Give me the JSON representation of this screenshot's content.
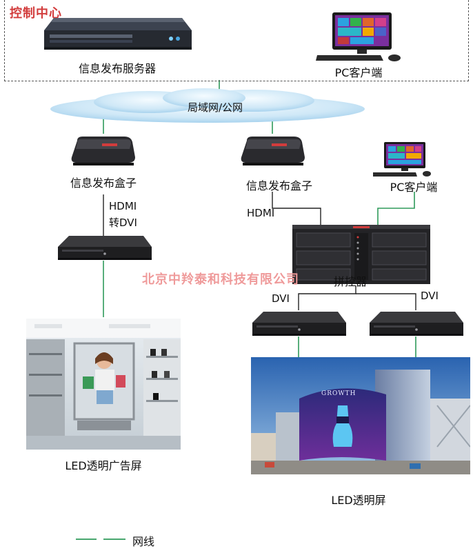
{
  "control_center": {
    "title": "控制中心",
    "server_label": "信息发布服务器",
    "pc_label": "PC客户端"
  },
  "network": {
    "cloud_label": "局域网/公网"
  },
  "left_branch": {
    "box_label": "信息发布盒子",
    "conversion_label_line1": "HDMI",
    "conversion_label_line2": "转DVI",
    "display_label": "LED透明广告屏"
  },
  "right_branch": {
    "box_label": "信息发布盒子",
    "pc_label": "PC客户端",
    "hdmi_label": "HDMI",
    "splicer_label": "拼控器",
    "dvi_left_label": "DVI",
    "dvi_right_label": "DVI",
    "display_label": "LED透明屏",
    "building_sign": "GROWTH"
  },
  "watermark": "北京中羚泰和科技有限公司",
  "legend": {
    "wire_label": "网线",
    "wire_color": "#2e9a5a"
  },
  "colors": {
    "title_red": "#d23c3c",
    "device_dark": "#1f1f22"
  }
}
